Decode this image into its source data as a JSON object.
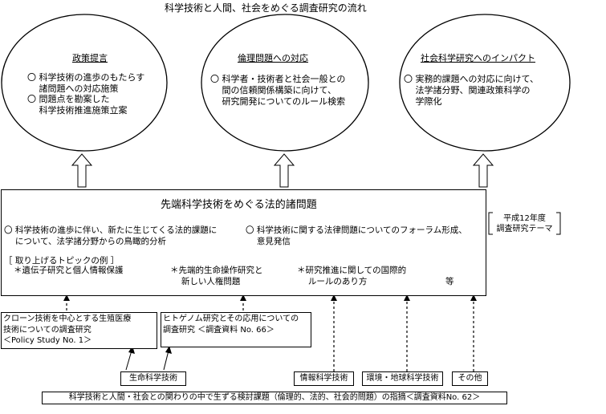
{
  "title": "科学技術と人間、社会をめぐる調査研究の流れ",
  "ellipses": [
    {
      "heading": "政策提言",
      "items": [
        [
          "〇 科学技術の進歩のもたらす",
          "　 諸問題への対応施策"
        ],
        [
          "〇 問題点を勘案した",
          "　 科学技術推進施策立案"
        ]
      ]
    },
    {
      "heading": "倫理問題への対応",
      "items": [
        [
          "〇 科学者・技術者と社会一般との",
          "　 間の信頼関係構築に向けて、",
          "　 研究開発についてのルール検索"
        ]
      ]
    },
    {
      "heading": "社会科学研究へのインパクト",
      "items": [
        [
          "〇 実務的課題への対応に向けて、",
          "　 法学諸分野、関連政策科学の",
          "　 学際化"
        ]
      ]
    }
  ],
  "main_box": {
    "title": "先端科学技術をめぐる法的諸問題",
    "left_item": [
      "〇 科学技術の進歩に伴い、新たに生じてくる法的課題に",
      "　 について、法学諸分野からの鳥瞰的分析"
    ],
    "right_item": [
      "〇 科学技術に関する法律問題についてのフォーラム形成、",
      "　 意見発信"
    ],
    "topics_heading": "［ 取り上げるトピックの例 ］",
    "topics": [
      [
        "＊遺伝子研究と個人情報保護"
      ],
      [
        "＊先端的生命操作研究と",
        "　 新しい人権問題"
      ],
      [
        "＊研究推進に関しての国際的",
        "　 ルールのあり方"
      ]
    ],
    "etc": "等"
  },
  "side_label": [
    "平成12年度",
    "調査研究テーマ"
  ],
  "study_boxes": [
    [
      "クローン技術を中心とする生殖医療",
      "技術についての調査研究",
      "＜Policy Study No. 1＞"
    ],
    [
      "ヒトゲノム研究とその応用についての",
      "調査研究 ＜調査資料 No. 66＞"
    ]
  ],
  "fields": [
    "生命科学技術",
    "情報科学技術",
    "環境・地球科学技術",
    "その他"
  ],
  "bottom_bar": "科学技術と人間・社会との関わりの中で生ずる検討課題（倫理的、法的、社会的問題）の指摘＜調査資料No. 62＞"
}
